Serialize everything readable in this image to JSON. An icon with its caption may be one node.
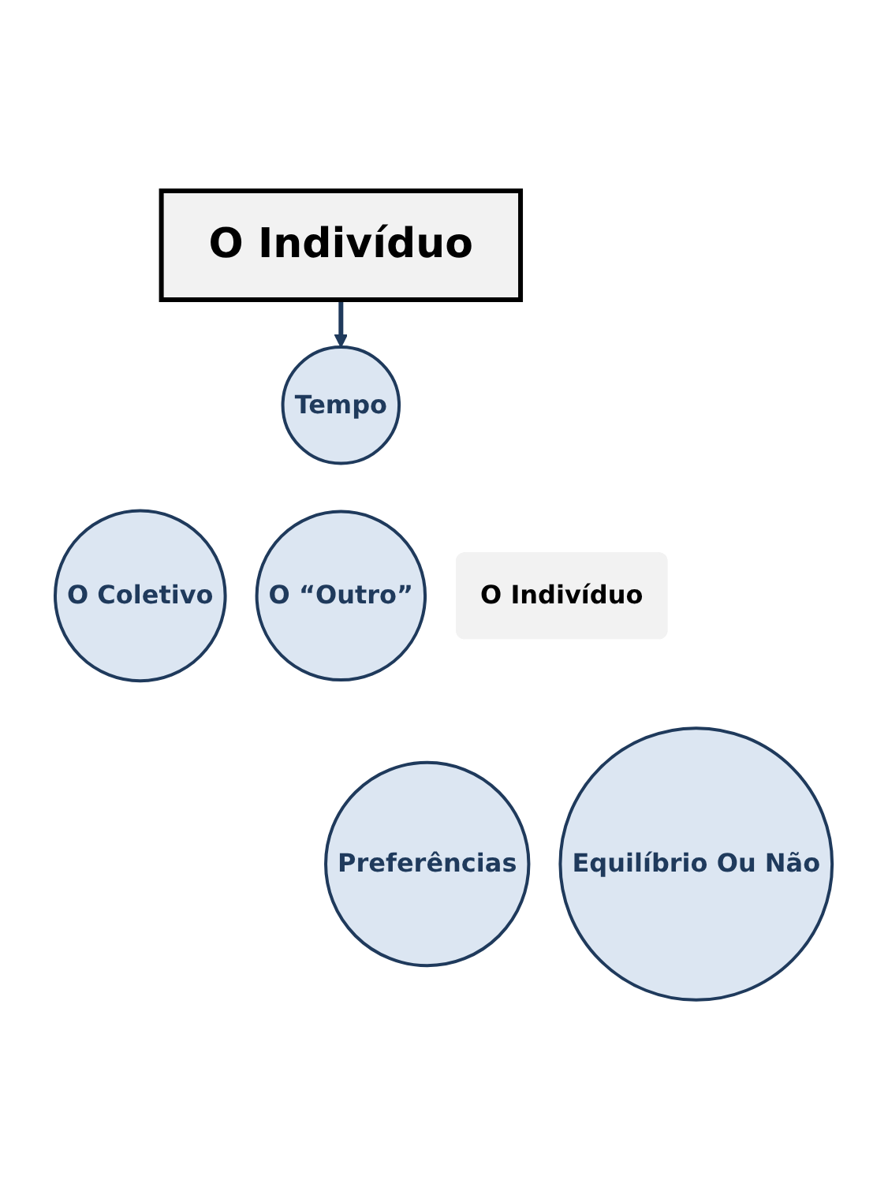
{
  "diagram": {
    "nodes": [
      {
        "text": [
          "O Indivíduo"
        ]
      },
      {
        "text": [
          "Tempo"
        ]
      },
      {
        "text": [
          "O Coletivo"
        ]
      },
      {
        "text": [
          "O “Outro”"
        ]
      },
      {
        "text": [
          "O Indivíduo"
        ]
      },
      {
        "text": [
          "Preferências"
        ]
      },
      {
        "text": [
          "Equilíbrio Ou Não"
        ]
      }
    ],
    "edges": [
      {
        "from": 0,
        "to": 1,
        "arrow": "to"
      }
    ]
  }
}
